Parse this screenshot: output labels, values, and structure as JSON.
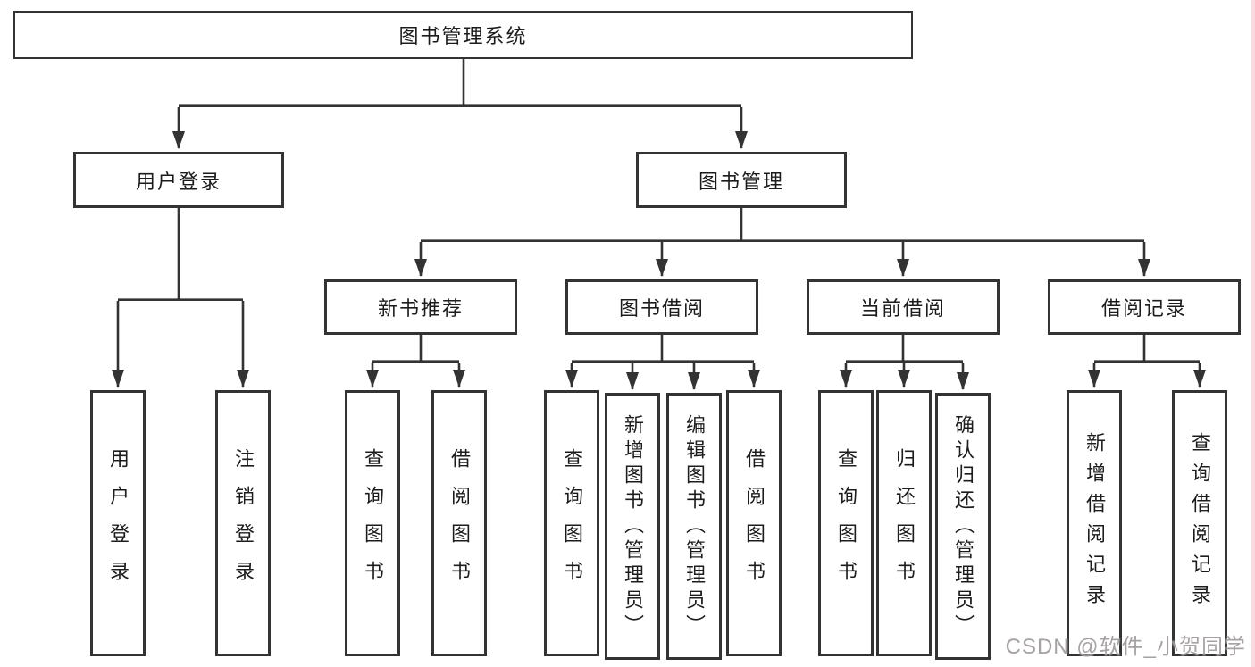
{
  "diagram": {
    "title": "图书管理系统",
    "colors": {
      "line": "#333333",
      "box_border": "#333333",
      "text": "#1c1c1c",
      "background": "#ffffff",
      "edge_strip": "#f6d3da",
      "watermark": "#969092"
    },
    "nodes": {
      "root": {
        "label": "图书管理系统"
      },
      "userLogin": {
        "label": "用户登录"
      },
      "bookMgmt": {
        "label": "图书管理"
      },
      "newBookRec": {
        "label": "新书推荐"
      },
      "bookBorrow": {
        "label": "图书借阅"
      },
      "currentBorrow": {
        "label": "当前借阅"
      },
      "borrowRecords": {
        "label": "借阅记录"
      },
      "leafUserLogin": {
        "label": "用户登录"
      },
      "leafLogout": {
        "label": "注销登录"
      },
      "leafQueryBooks1": {
        "label": "查询图书"
      },
      "leafBorrowBooks1": {
        "label": "借阅图书"
      },
      "leafQueryBooks2": {
        "label": "查询图书"
      },
      "leafAddBooks": {
        "label": "新增图书（管理员）"
      },
      "leafEditBooks": {
        "label": "编辑图书（管理员）"
      },
      "leafBorrowBooks2": {
        "label": "借阅图书"
      },
      "leafQueryBooks3": {
        "label": "查询图书"
      },
      "leafReturnBooks": {
        "label": "归还图书"
      },
      "leafConfirmReturn": {
        "label": "确认归还（管理员）"
      },
      "leafAddBorrowRecord": {
        "label": "新增借阅记录"
      },
      "leafQueryBorrowRecord": {
        "label": "查询借阅记录"
      }
    }
  },
  "watermark": {
    "text": "CSDN @软件_小贺同学"
  }
}
